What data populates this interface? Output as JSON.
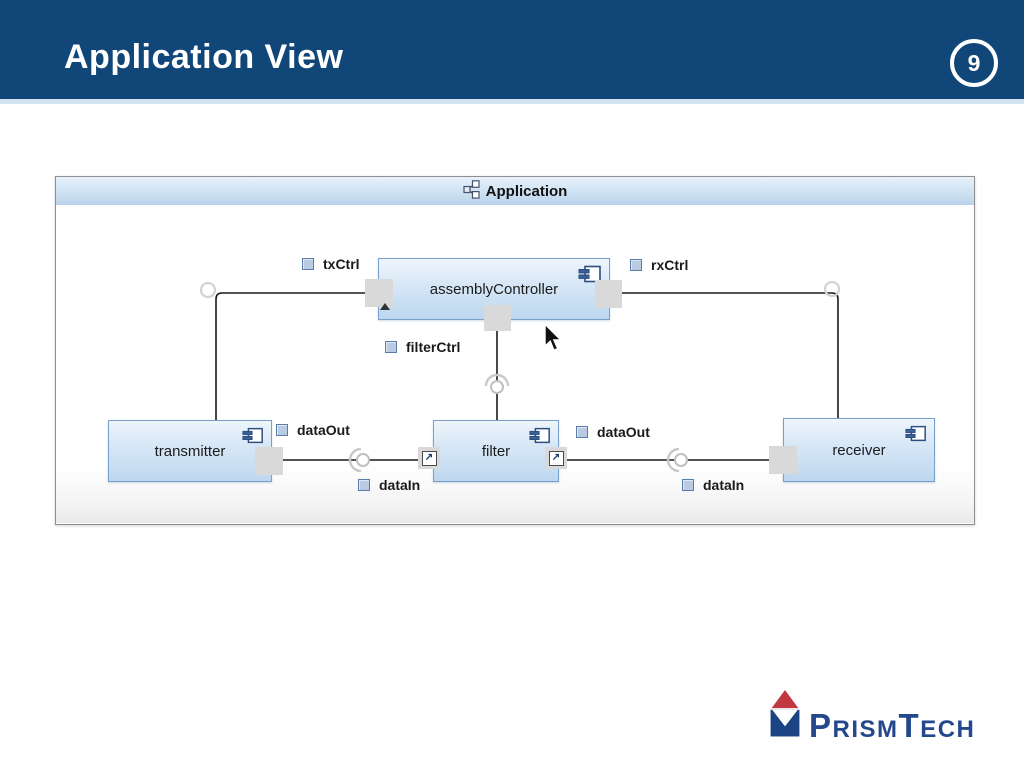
{
  "header": {
    "title": "Application View",
    "page_number": "9"
  },
  "diagram": {
    "title": "Application",
    "components": {
      "assembly_controller": {
        "label": "assemblyController"
      },
      "transmitter": {
        "label": "transmitter"
      },
      "filter": {
        "label": "filter"
      },
      "receiver": {
        "label": "receiver"
      }
    },
    "labels": {
      "tx_ctrl": "txCtrl",
      "rx_ctrl": "rxCtrl",
      "filter_ctrl": "filterCtrl",
      "data_out_left": "dataOut",
      "data_in_left": "dataIn",
      "data_out_right": "dataOut",
      "data_in_right": "dataIn"
    },
    "icons": {
      "title_icon": "assembly-tree-icon",
      "component_icon": "uml-component-icon",
      "port_square_icon": "port-type-square",
      "delegate_arrow_glyph": "↗"
    }
  },
  "logo": {
    "p": "P",
    "rism": "RISM",
    "t": "T",
    "ech": "ECH"
  },
  "colors": {
    "header_bg": "#114679",
    "header_underline": "#d3e2f0",
    "box_border": "#79a0cd",
    "box_fill_top": "#eef5fc",
    "box_fill_bottom": "#bdd7ef",
    "port_gray": "#d9d9d9",
    "line_black": "#1a1a1a",
    "logo_red": "#C13840",
    "logo_blue": "#1C4484",
    "logo_text_blue": "#25488C"
  }
}
